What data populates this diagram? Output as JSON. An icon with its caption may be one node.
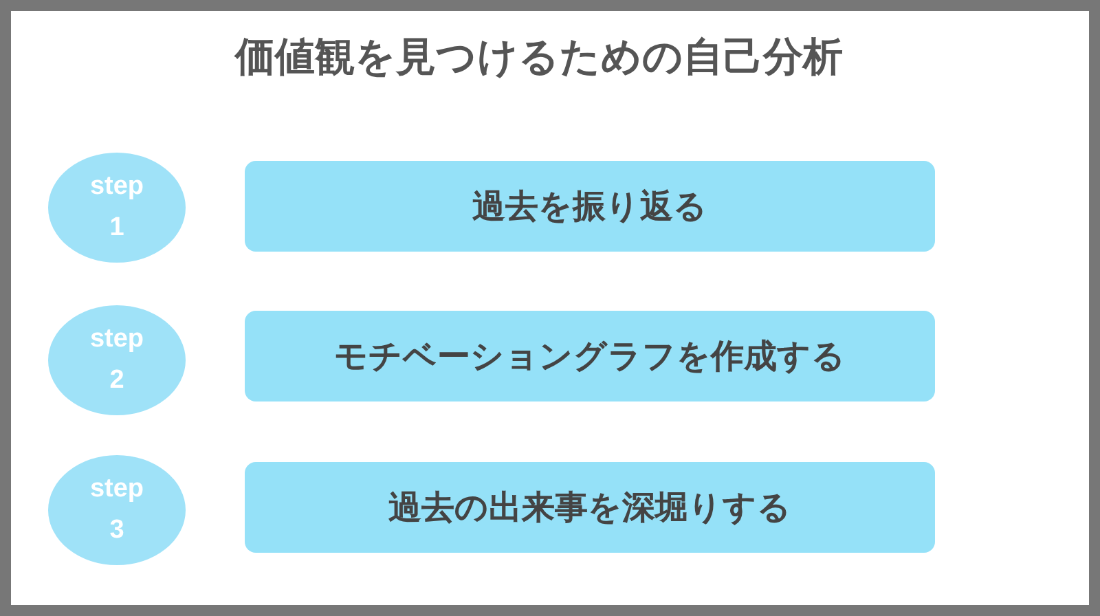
{
  "diagram": {
    "title": "価値観を見つけるための自己分析",
    "nodes": [
      {
        "text": [
          "step 1"
        ]
      },
      {
        "text": [
          "過去を振り返る"
        ]
      },
      {
        "text": [
          "step 2"
        ]
      },
      {
        "text": [
          "モチベーショングラフを作成する"
        ]
      },
      {
        "text": [
          "step 3"
        ]
      },
      {
        "text": [
          "過去の出来事を深堀りする"
        ]
      }
    ]
  }
}
